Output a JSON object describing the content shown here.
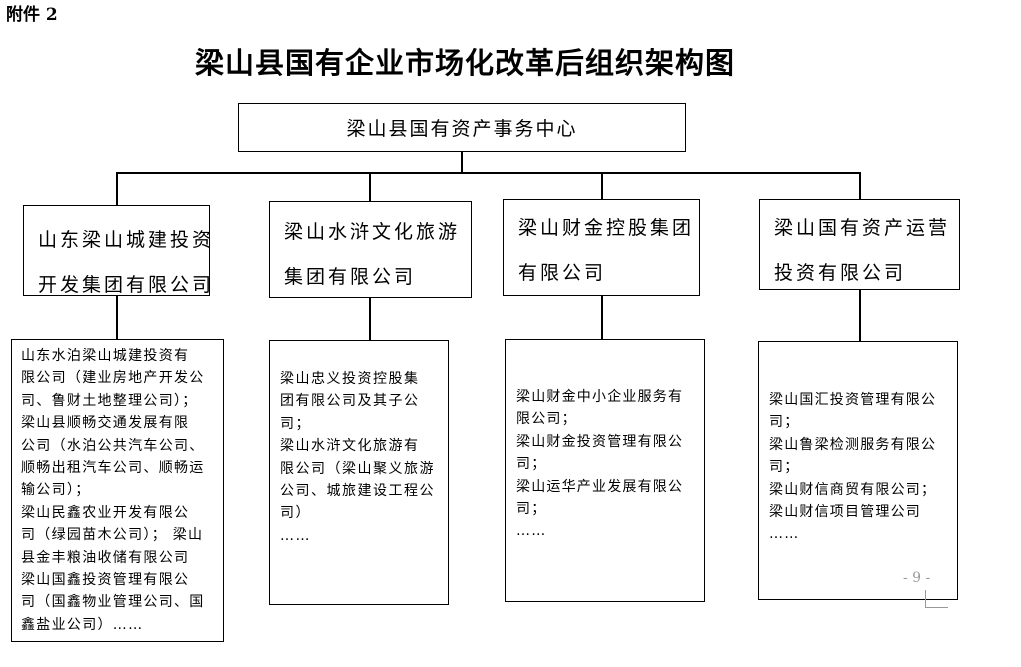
{
  "attachment_label": "附件 2",
  "title": "梁山县国有企业市场化改革后组织架构图",
  "root": {
    "label": "梁山县国有资产事务中心"
  },
  "groups": [
    {
      "lines": [
        "山东梁山城建投资",
        "开发集团有限公司"
      ],
      "subsidiaries": [
        "山东水泊梁山城建投资有",
        "限公司（建业房地产开发公",
        "司、鲁财土地整理公司）；",
        "梁山县顺畅交通发展有限",
        "公司（水泊公共汽车公司、",
        "顺畅出租汽车公司、顺畅运",
        "输公司）；",
        "梁山民鑫农业开发有限公",
        "司（绿园苗木公司）； 梁山",
        "县金丰粮油收储有限公司",
        "梁山国鑫投资管理有限公",
        "司（国鑫物业管理公司、国",
        "鑫盐业公司）……"
      ]
    },
    {
      "lines": [
        "梁山水浒文化旅游",
        "集团有限公司"
      ],
      "subsidiaries": [
        "梁山忠义投资控股集",
        "团有限公司及其子公",
        "司；",
        "梁山水浒文化旅游有",
        "限公司（梁山聚义旅游",
        "公司、城旅建设工程公",
        "司）",
        "……"
      ]
    },
    {
      "lines": [
        "梁山财金控股集团",
        "有限公司"
      ],
      "subsidiaries": [
        "梁山财金中小企业服务有",
        "限公司；",
        "梁山财金投资管理有限公",
        "司；",
        "梁山运华产业发展有限公",
        "司；",
        "……"
      ]
    },
    {
      "lines": [
        "梁山国有资产运营",
        "投资有限公司"
      ],
      "subsidiaries": [
        "梁山国汇投资管理有限公",
        "司；",
        "梁山鲁梁检测服务有限公",
        "司；",
        "梁山财信商贸有限公司；",
        "梁山财信项目管理公司",
        "……"
      ]
    }
  ],
  "page_number": "- 9 -"
}
